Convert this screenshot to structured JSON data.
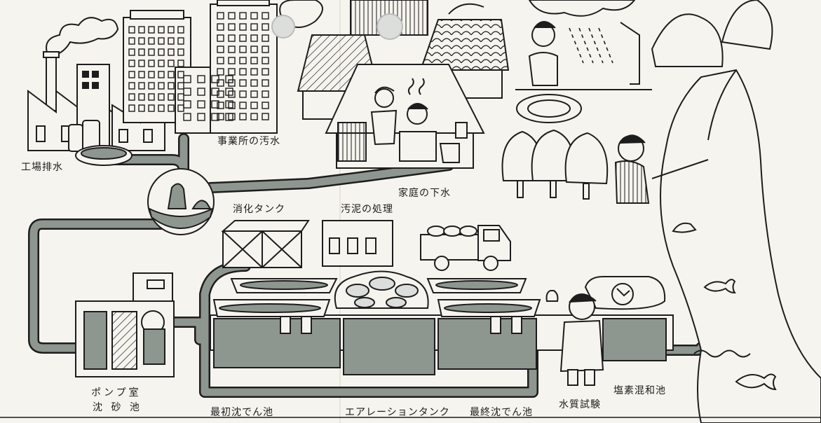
{
  "labels": {
    "factory_wastewater": "工場排水",
    "office_wastewater": "事業所の汚水",
    "household_sewage": "家庭の下水",
    "digestion_tank": "消化タンク",
    "sludge_treatment": "汚泥の処理",
    "pump_room": "ポンプ室",
    "grit_chamber": "沈 砂 池",
    "primary_sedimentation": "最初沈でん池",
    "aeration_tank": "エアレーションタンク",
    "final_sedimentation": "最終沈でん池",
    "water_quality_test": "水質試験",
    "chlorine_mixing_tank": "塩素混和池"
  },
  "colors": {
    "pipe": "#8e9690",
    "ink": "#1d1d1d",
    "paper": "#f6f4ee",
    "water": "#a9b0aa"
  }
}
